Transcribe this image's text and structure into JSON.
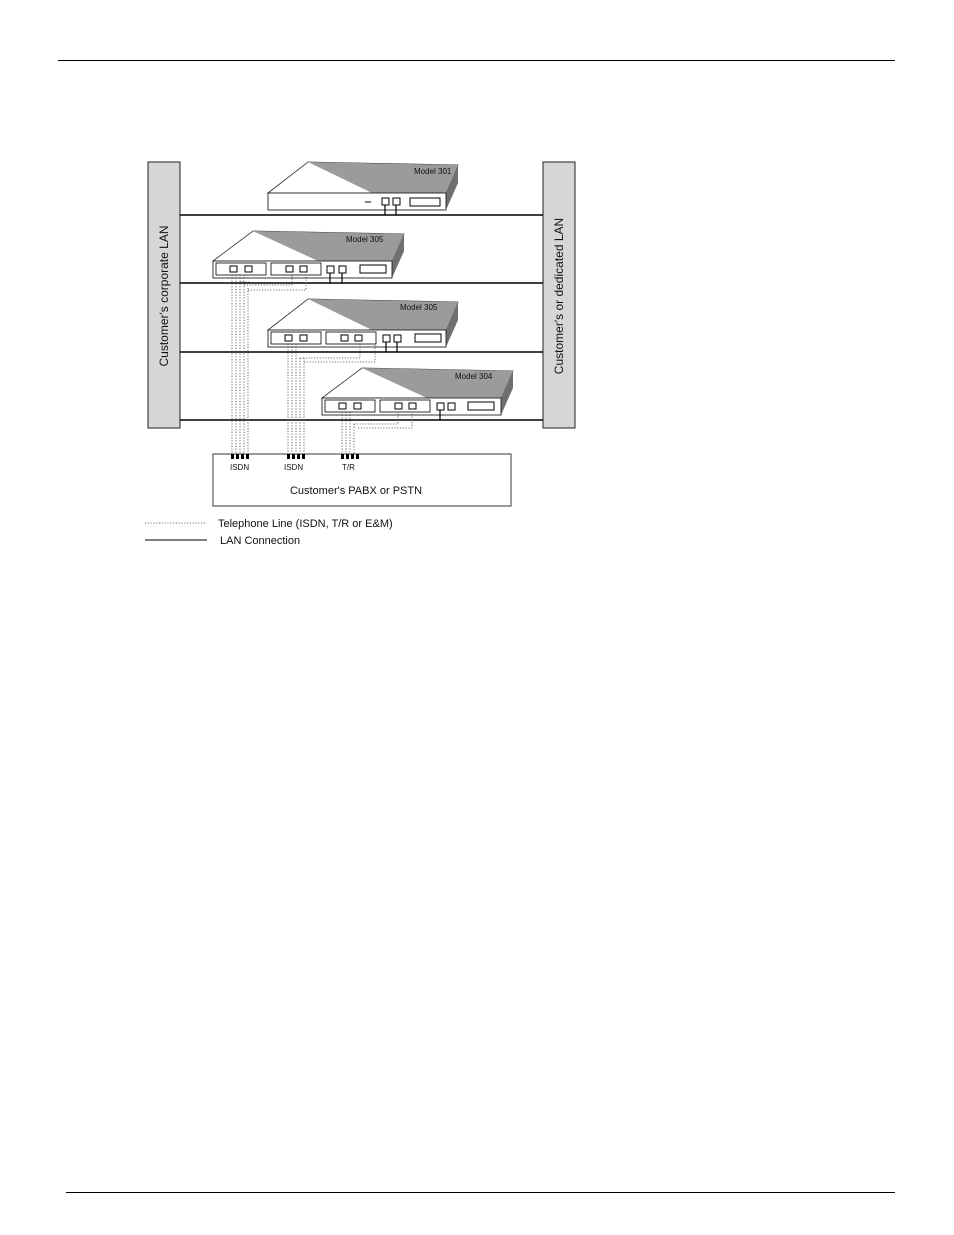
{
  "lan": {
    "left_label": "Customer's corporate LAN",
    "right_label": "Customer's or dedicated LAN"
  },
  "devices": [
    {
      "model": "Model 301"
    },
    {
      "model": "Model 305"
    },
    {
      "model": "Model 305"
    },
    {
      "model": "Model 304"
    }
  ],
  "pabx": {
    "label": "Customer's PABX or PSTN",
    "ports": [
      "ISDN",
      "ISDN",
      "T/R"
    ]
  },
  "legend": {
    "telephone": "Telephone Line (ISDN, T/R or E&M)",
    "lan": "LAN Connection"
  }
}
